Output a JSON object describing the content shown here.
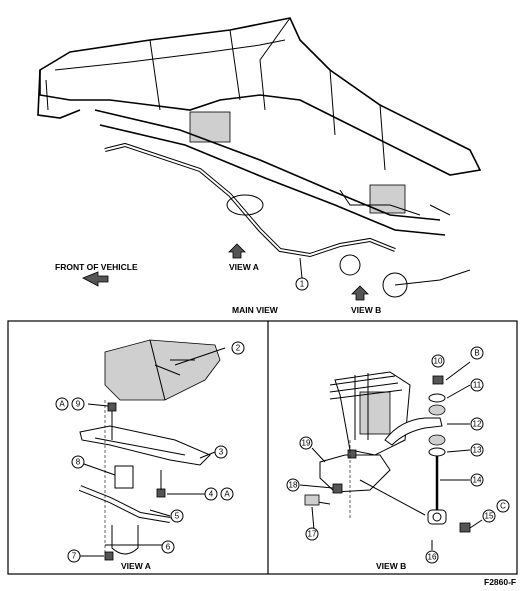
{
  "main_view": {
    "title": "MAIN VIEW",
    "front_label": "FRONT OF VEHICLE",
    "view_a_ref": "VIEW A",
    "view_b_ref": "VIEW B",
    "callout_1": "1"
  },
  "view_a": {
    "title": "VIEW A",
    "callouts": [
      "2",
      "3",
      "4",
      "5",
      "6",
      "7",
      "8",
      "9"
    ],
    "letter_a": "A"
  },
  "view_b": {
    "title": "VIEW B",
    "callouts": [
      "10",
      "11",
      "12",
      "13",
      "14",
      "15",
      "16",
      "17",
      "18",
      "19"
    ],
    "letter_b": "B",
    "letter_c": "C"
  },
  "figure_code": "F2860-F"
}
